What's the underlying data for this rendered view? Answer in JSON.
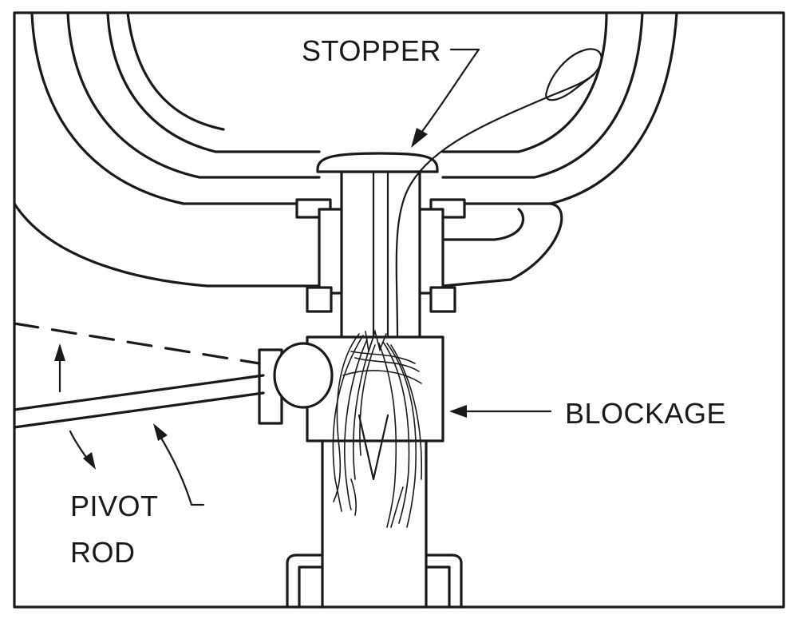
{
  "labels": {
    "stopper": "STOPPER",
    "blockage": "BLOCKAGE",
    "pivot_line1": "PIVOT",
    "pivot_line2": "ROD"
  },
  "colors": {
    "line": "#1a1a1a",
    "background": "#ffffff"
  }
}
